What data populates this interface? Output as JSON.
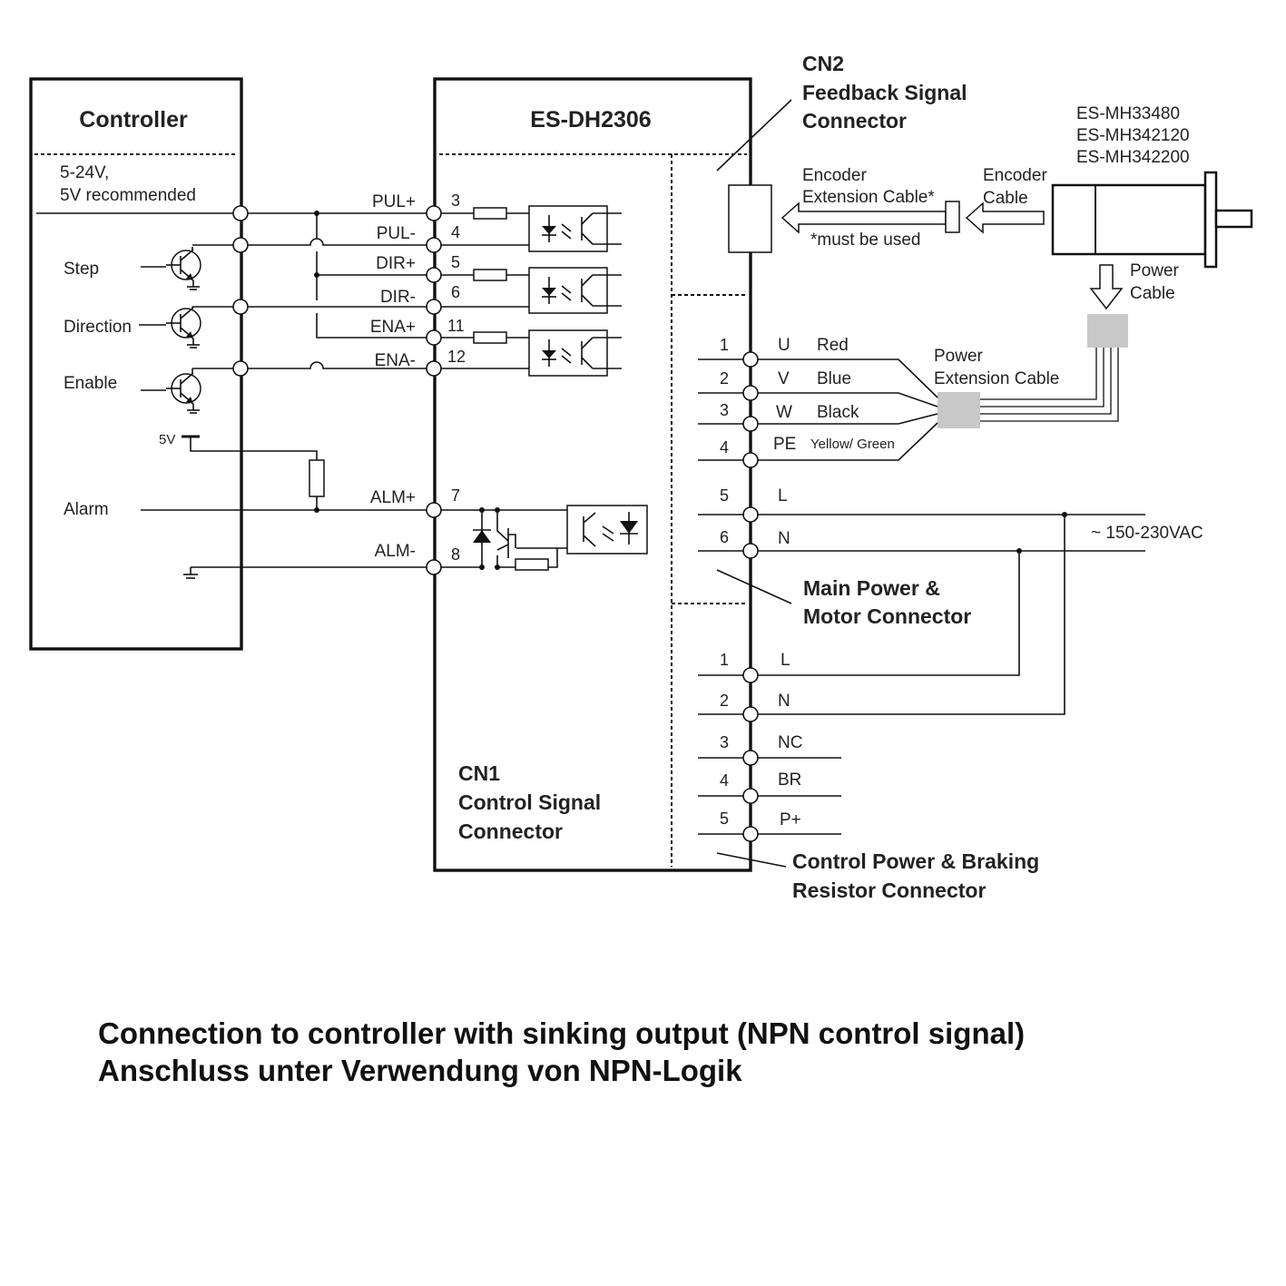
{
  "controller": {
    "title": "Controller",
    "supply_line1": "5-24V,",
    "supply_line2": "5V recommended",
    "step": "Step",
    "direction": "Direction",
    "enable": "Enable",
    "five_v": "5V",
    "alarm": "Alarm"
  },
  "drive": {
    "title": "ES-DH2306",
    "cn1_line1": "CN1",
    "cn1_line2": "Control Signal",
    "cn1_line3": "Connector"
  },
  "cn1_pins": [
    {
      "signal": "PUL+",
      "pin": "3"
    },
    {
      "signal": "PUL-",
      "pin": "4"
    },
    {
      "signal": "DIR+",
      "pin": "5"
    },
    {
      "signal": "DIR-",
      "pin": "6"
    },
    {
      "signal": "ENA+",
      "pin": "11"
    },
    {
      "signal": "ENA-",
      "pin": "12"
    },
    {
      "signal": "ALM+",
      "pin": "7"
    },
    {
      "signal": "ALM-",
      "pin": "8"
    }
  ],
  "cn2": {
    "line1": "CN2",
    "line2": "Feedback Signal",
    "line3": "Connector"
  },
  "encoder": {
    "ext_line1": "Encoder",
    "ext_line2": "Extension Cable*",
    "note": "*must be used",
    "cable_line1": "Encoder",
    "cable_line2": "Cable"
  },
  "motor_models": [
    "ES-MH33480",
    "ES-MH342120",
    "ES-MH342200"
  ],
  "power_cable": {
    "line1": "Power",
    "line2": "Cable"
  },
  "power_extension": {
    "line1": "Power",
    "line2": "Extension Cable"
  },
  "main_connector": {
    "pins": [
      {
        "pin": "1",
        "name": "U",
        "color": "Red"
      },
      {
        "pin": "2",
        "name": "V",
        "color": "Blue"
      },
      {
        "pin": "3",
        "name": "W",
        "color": "Black"
      },
      {
        "pin": "4",
        "name": "PE",
        "color": "Yellow/ Green"
      },
      {
        "pin": "5",
        "name": "L",
        "color": ""
      },
      {
        "pin": "6",
        "name": "N",
        "color": ""
      }
    ],
    "label_line1": "Main Power &",
    "label_line2": "Motor Connector"
  },
  "ac_supply": "~ 150-230VAC",
  "control_connector": {
    "pins": [
      {
        "pin": "1",
        "name": "L"
      },
      {
        "pin": "2",
        "name": "N"
      },
      {
        "pin": "3",
        "name": "NC"
      },
      {
        "pin": "4",
        "name": "BR"
      },
      {
        "pin": "5",
        "name": "P+"
      }
    ],
    "label_line1": "Control Power & Braking",
    "label_line2": "Resistor Connector"
  },
  "caption": {
    "line1": "Connection to controller with sinking output (NPN control signal)",
    "line2": "Anschluss unter Verwendung von NPN-Logik"
  }
}
